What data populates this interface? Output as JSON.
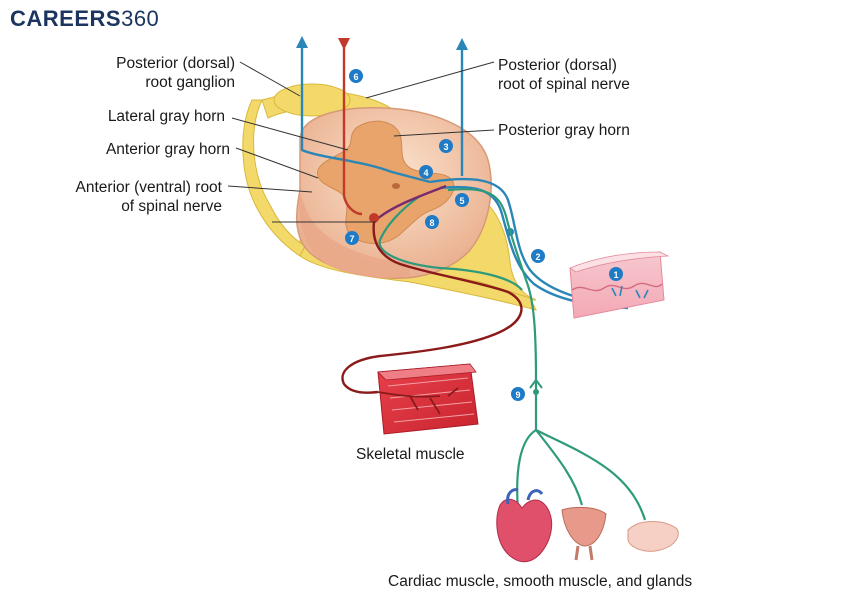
{
  "logo": {
    "brand": "CAREERS",
    "number": "360"
  },
  "labels": {
    "posterior_root_ganglion": [
      "Posterior (dorsal)",
      "root ganglion"
    ],
    "lateral_gray_horn": "Lateral gray horn",
    "anterior_gray_horn": "Anterior gray horn",
    "anterior_ventral_root": [
      "Anterior (ventral) root",
      "of spinal nerve"
    ],
    "posterior_dorsal_root": [
      "Posterior (dorsal)",
      "root of spinal nerve"
    ],
    "posterior_gray_horn": "Posterior gray horn",
    "skeletal_muscle": "Skeletal muscle",
    "effectors": "Cardiac muscle, smooth muscle, and glands"
  },
  "markers": [
    {
      "number": "1"
    },
    {
      "number": "2"
    },
    {
      "number": "3"
    },
    {
      "number": "4"
    },
    {
      "number": "5"
    },
    {
      "number": "6"
    },
    {
      "number": "7"
    },
    {
      "number": "8"
    },
    {
      "number": "9"
    }
  ],
  "colors": {
    "sensory": "#2b86b8",
    "somatic_motor": "#c0392b",
    "somatic_motor_dark": "#8b1a1a",
    "autonomic": "#2e9a7c",
    "interneuron": "#7a2a6e",
    "nerve": "#f2d96a",
    "marker": "#1f7bc6",
    "logo": "#1b3560"
  }
}
